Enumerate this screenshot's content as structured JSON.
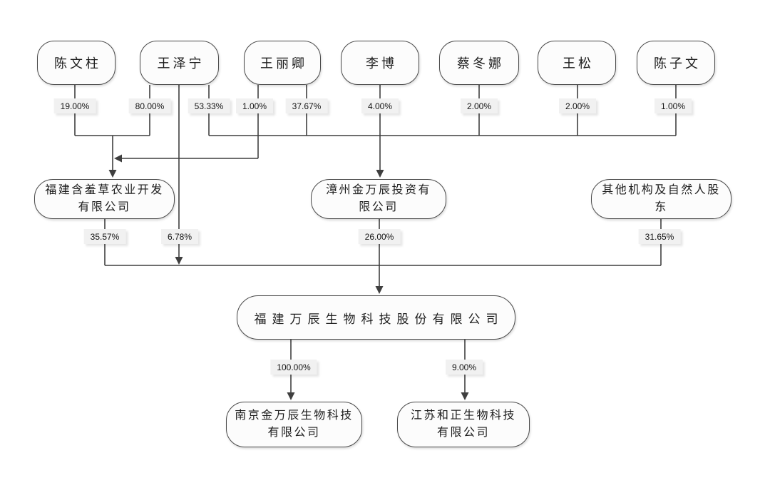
{
  "diagram_type": "equity-structure-chart",
  "persons": [
    {
      "label": "陈文柱"
    },
    {
      "label": "王泽宁"
    },
    {
      "label": "王丽卿"
    },
    {
      "label": "李博"
    },
    {
      "label": "蔡冬娜"
    },
    {
      "label": "王松"
    },
    {
      "label": "陈子文"
    }
  ],
  "companies": {
    "mid": [
      {
        "label": "福建含羞草农业开发有限公司"
      },
      {
        "label": "漳州金万辰投资有限公司"
      },
      {
        "label": "其他机构及自然人股东"
      }
    ],
    "main": {
      "label": "福建万辰生物科技股份有限公司"
    },
    "subs": [
      {
        "label": "南京金万辰生物科技有限公司"
      },
      {
        "label": "江苏和正生物科技有限公司"
      }
    ]
  },
  "relationships": [
    {
      "from": "陈文柱",
      "to": "福建含羞草农业开发有限公司",
      "stake": "19.00%"
    },
    {
      "from": "王泽宁",
      "to": "福建含羞草农业开发有限公司",
      "stake": "80.00%"
    },
    {
      "from": "王泽宁",
      "to": "漳州金万辰投资有限公司",
      "stake": "53.33%"
    },
    {
      "from": "王丽卿",
      "to": "福建含羞草农业开发有限公司",
      "stake": "1.00%"
    },
    {
      "from": "王丽卿",
      "to": "漳州金万辰投资有限公司",
      "stake": "37.67%"
    },
    {
      "from": "李博",
      "to": "漳州金万辰投资有限公司",
      "stake": "4.00%"
    },
    {
      "from": "蔡冬娜",
      "to": "漳州金万辰投资有限公司",
      "stake": "2.00%"
    },
    {
      "from": "王松",
      "to": "漳州金万辰投资有限公司",
      "stake": "2.00%"
    },
    {
      "from": "陈子文",
      "to": "漳州金万辰投资有限公司",
      "stake": "1.00%"
    },
    {
      "from": "福建含羞草农业开发有限公司",
      "to": "福建万辰生物科技股份有限公司",
      "stake": "35.57%"
    },
    {
      "from": "王泽宁",
      "to": "福建万辰生物科技股份有限公司",
      "stake": "6.78%"
    },
    {
      "from": "漳州金万辰投资有限公司",
      "to": "福建万辰生物科技股份有限公司",
      "stake": "26.00%"
    },
    {
      "from": "其他机构及自然人股东",
      "to": "福建万辰生物科技股份有限公司",
      "stake": "31.65%"
    },
    {
      "from": "福建万辰生物科技股份有限公司",
      "to": "南京金万辰生物科技有限公司",
      "stake": "100.00%"
    },
    {
      "from": "福建万辰生物科技股份有限公司",
      "to": "江苏和正生物科技有限公司",
      "stake": "9.00%"
    }
  ],
  "colors": {
    "background": "#ffffff",
    "line": "#3f3f3f",
    "box_border": "#4a4a4a",
    "box_fill": "#fcfcfc",
    "chip_bg": "#f1f1f1",
    "text": "#1c1c1c"
  }
}
